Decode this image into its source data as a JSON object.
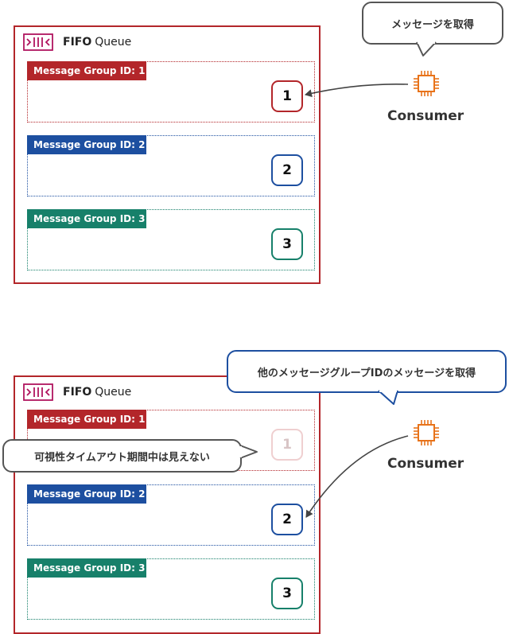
{
  "top": {
    "queue": {
      "title_bold": "FIFO",
      "title_rest": "Queue"
    },
    "groups": [
      {
        "label": "Message Group ID: 1",
        "message": "1"
      },
      {
        "label": "Message Group ID: 2",
        "message": "2"
      },
      {
        "label": "Message Group ID: 3",
        "message": "3"
      }
    ],
    "consumer": {
      "label": "Consumer"
    },
    "bubble": {
      "text": "メッセージを取得"
    }
  },
  "bottom": {
    "queue": {
      "title_bold": "FIFO",
      "title_rest": "Queue"
    },
    "groups": [
      {
        "label": "Message Group ID: 1",
        "message": "1"
      },
      {
        "label": "Message Group ID: 2",
        "message": "2"
      },
      {
        "label": "Message Group ID: 3",
        "message": "3"
      }
    ],
    "consumer": {
      "label": "Consumer"
    },
    "bubble": {
      "text": "他のメッセージグループIDのメッセージを取得"
    },
    "visibility_note": "可視性タイムアウト期間中は見えない"
  },
  "colors": {
    "group1": "#b3262a",
    "group2": "#1d4fa0",
    "group3": "#17806a",
    "consumer_icon": "#e8731a",
    "queue_icon": "#b0155f"
  },
  "icons": {
    "queue": "sqs-queue-icon",
    "consumer": "ec2-instance-chip-icon"
  }
}
